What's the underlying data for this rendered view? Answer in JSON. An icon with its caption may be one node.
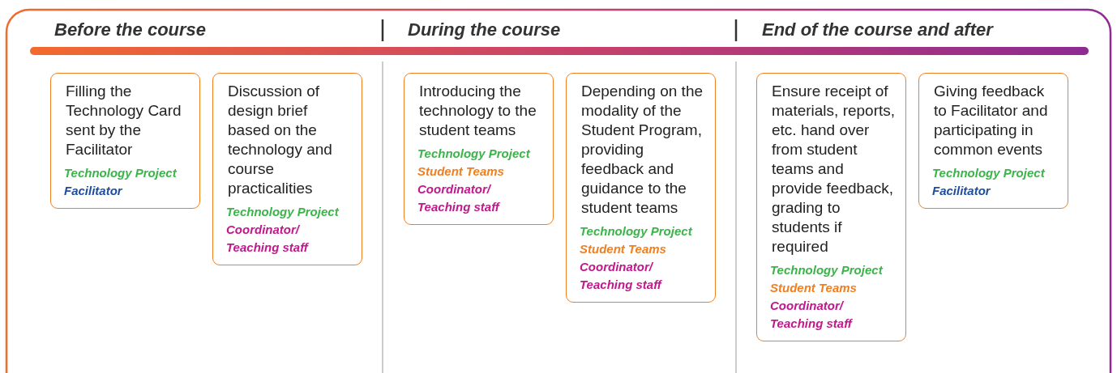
{
  "diagram": {
    "nodes": [
      {
        "text": [
          "Before the course"
        ]
      },
      {
        "text": [
          "Filling the Technology Card sent by the Facilitator",
          "Technology Project",
          "Facilitator"
        ],
        "in": 0
      },
      {
        "text": [
          "Discussion of design brief based on the technology and course practicalities",
          "Technology Project",
          "Coordinator/ Teaching staff"
        ],
        "in": 0
      },
      {
        "text": [
          "During the course"
        ]
      },
      {
        "text": [
          "Introducing the technology to the student teams",
          "Technology Project",
          "Student Teams",
          "Coordinator/ Teaching staff"
        ],
        "in": 3
      },
      {
        "text": [
          "Depending on the modality of the Student Program, providing feedback and guidance to the student teams",
          "Technology Project",
          "Student Teams",
          "Coordinator/ Teaching staff"
        ],
        "in": 3
      },
      {
        "text": [
          "End of the course and after"
        ]
      },
      {
        "text": [
          "Ensure receipt of materials, reports, etc. hand over from student teams and provide feedback, grading to students if required",
          "Technology Project",
          "Student Teams",
          "Coordinator/ Teaching staff"
        ],
        "in": 6
      },
      {
        "text": [
          "Giving feedback to Facilitator and participating in common events",
          "Technology Project",
          "Facilitator"
        ],
        "in": 6
      }
    ],
    "edges": []
  }
}
